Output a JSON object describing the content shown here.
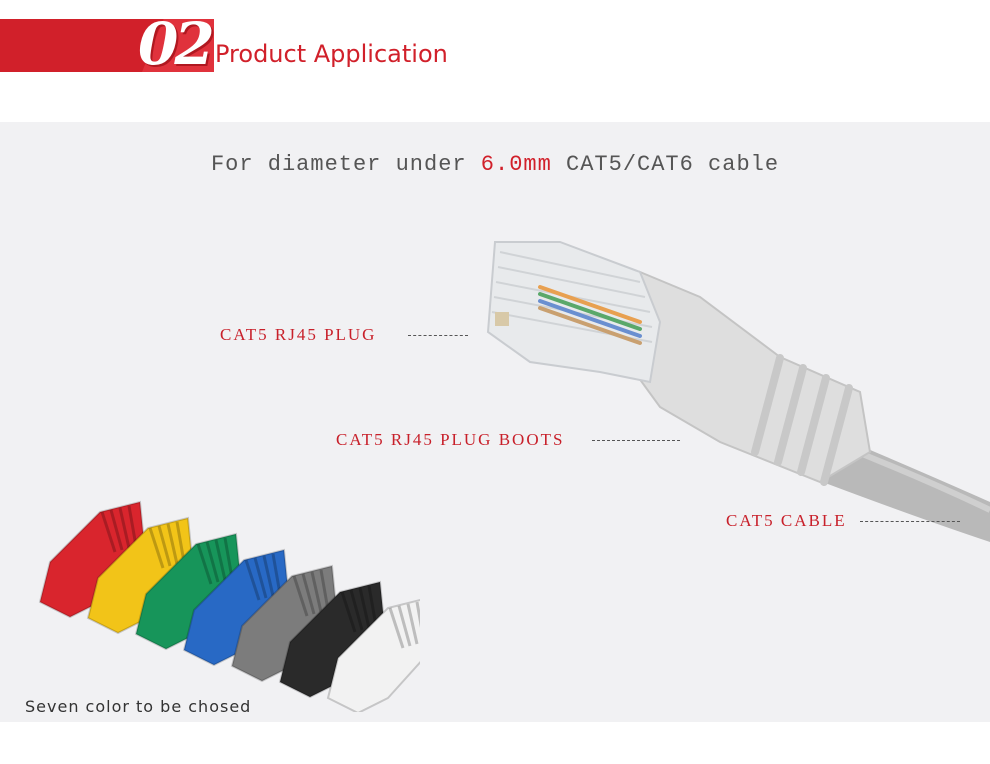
{
  "header": {
    "section_number": "02",
    "section_title": "Product Application",
    "accent_color": "#d1202a"
  },
  "panel": {
    "diameter_prefix": "For diameter under ",
    "diameter_value": "6.0mm",
    "diameter_suffix": " CAT5/CAT6 cable",
    "callouts": [
      {
        "label": "CAT5 RJ45 PLUG"
      },
      {
        "label": "CAT5 RJ45 PLUG BOOTS"
      },
      {
        "label": "CAT5 CABLE"
      }
    ],
    "caption": "Seven color to be chosed",
    "boot_colors": [
      "#d9252d",
      "#f2c418",
      "#17955a",
      "#2869c5",
      "#7c7c7c",
      "#2a2a2a",
      "#f2f2f2"
    ]
  }
}
